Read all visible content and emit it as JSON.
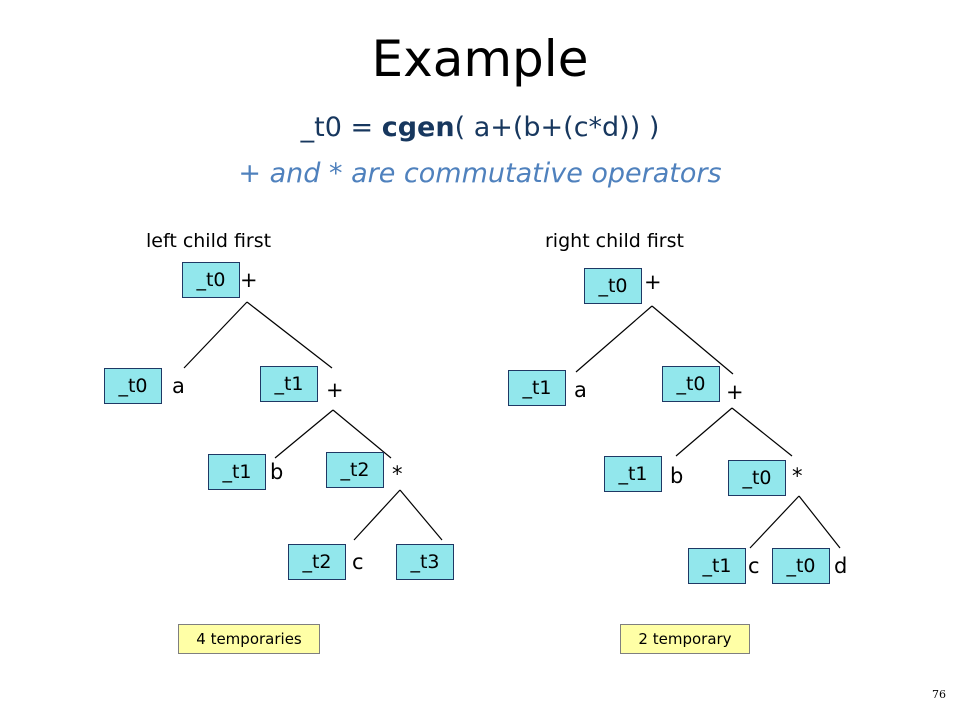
{
  "slide": {
    "title": "Example",
    "formula_prefix": "_t0 = ",
    "formula_func": "cgen",
    "formula_args": "( a+(b+(c*d))  )",
    "subtitle": "+ and * are commutative operators",
    "page_number": "76"
  },
  "left_tree": {
    "heading": "left child first",
    "root_reg": "_t0",
    "root_op": "+",
    "a_reg": "_t0",
    "a_label": "a",
    "plus2_reg": "_t1",
    "plus2_op": "+",
    "b_reg": "_t1",
    "b_label": "b",
    "mul_reg": "_t2",
    "mul_op": "*",
    "c_reg": "_t2",
    "c_label": "c",
    "d_reg": "_t3",
    "note": "4 temporaries"
  },
  "right_tree": {
    "heading": "right child first",
    "root_reg": "_t0",
    "root_op": "+",
    "a_reg": "_t1",
    "a_label": "a",
    "plus2_reg": "_t0",
    "plus2_op": "+",
    "b_reg": "_t1",
    "b_label": "b",
    "mul_reg": "_t0",
    "mul_op": "*",
    "c_reg": "_t1",
    "c_label": "c",
    "d_reg": "_t0",
    "d_label": "d",
    "note": "2 temporary"
  }
}
